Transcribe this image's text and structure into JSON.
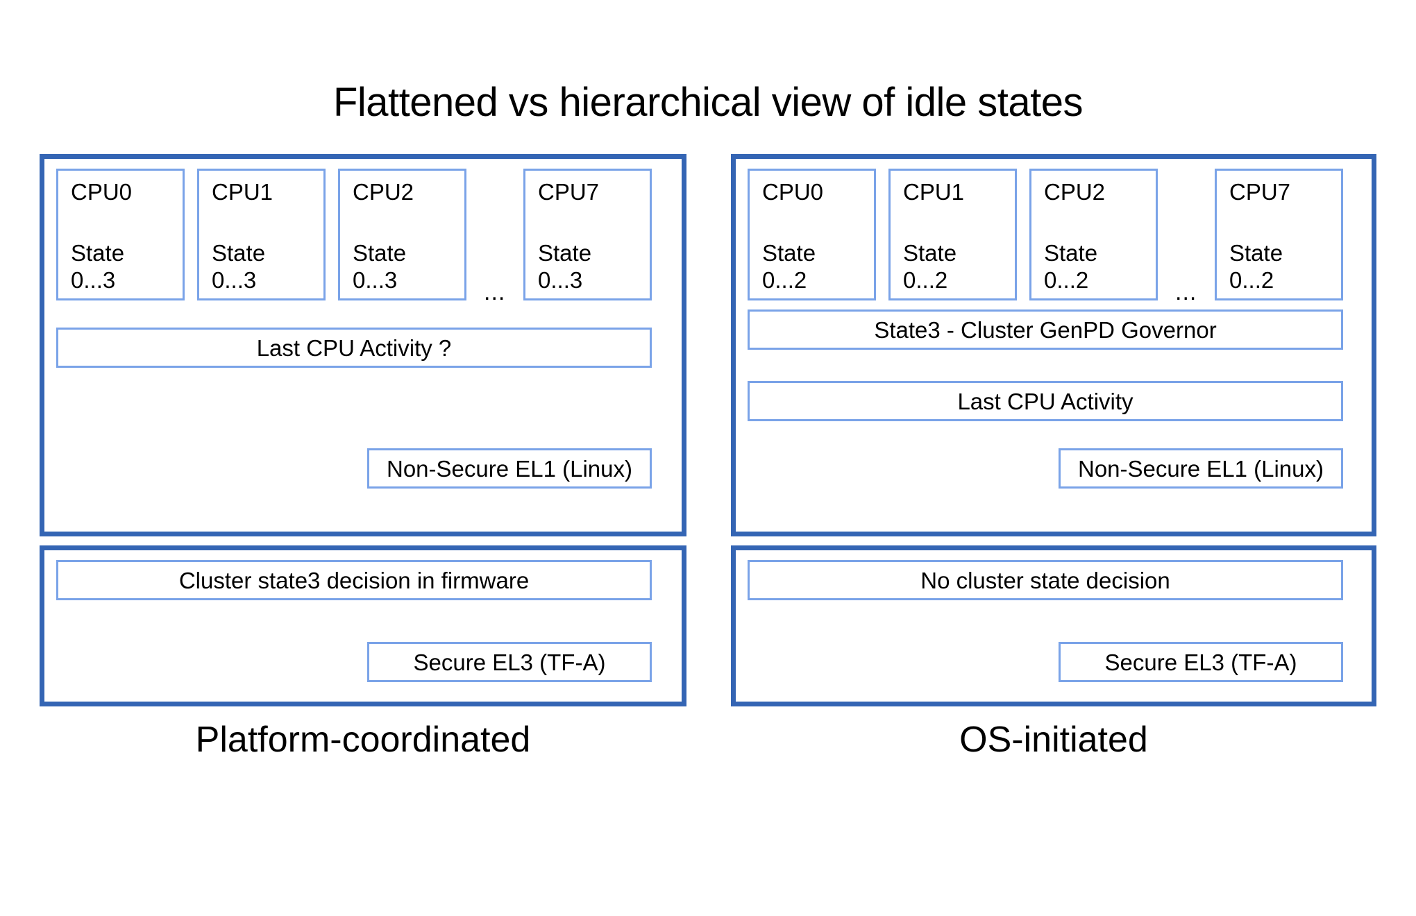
{
  "title": "Flattened vs hierarchical view of idle states",
  "colors": {
    "outer_border": "#3465b4",
    "inner_border": "#7aa3e8",
    "background": "#ffffff",
    "text": "#000000"
  },
  "panels": {
    "left": {
      "caption": "Platform-coordinated",
      "os_layer": {
        "cpus": [
          {
            "name": "CPU0",
            "state": "State\n0...3"
          },
          {
            "name": "CPU1",
            "state": "State\n0...3"
          },
          {
            "name": "CPU2",
            "state": "State\n0...3"
          },
          {
            "name": "CPU7",
            "state": "State\n0...3"
          }
        ],
        "ellipsis": "...",
        "bars": [
          "Last CPU Activity ?"
        ],
        "level_label": "Non-Secure EL1 (Linux)"
      },
      "firmware_layer": {
        "bars": [
          "Cluster state3 decision in firmware"
        ],
        "level_label": "Secure EL3 (TF-A)"
      }
    },
    "right": {
      "caption": "OS-initiated",
      "os_layer": {
        "cpus": [
          {
            "name": "CPU0",
            "state": "State\n0...2"
          },
          {
            "name": "CPU1",
            "state": "State\n0...2"
          },
          {
            "name": "CPU2",
            "state": "State\n0...2"
          },
          {
            "name": "CPU7",
            "state": "State\n0...2"
          }
        ],
        "ellipsis": "...",
        "bars": [
          "State3 - Cluster GenPD Governor",
          "Last CPU Activity"
        ],
        "level_label": "Non-Secure EL1 (Linux)"
      },
      "firmware_layer": {
        "bars": [
          "No cluster state decision"
        ],
        "level_label": "Secure EL3 (TF-A)"
      }
    }
  }
}
